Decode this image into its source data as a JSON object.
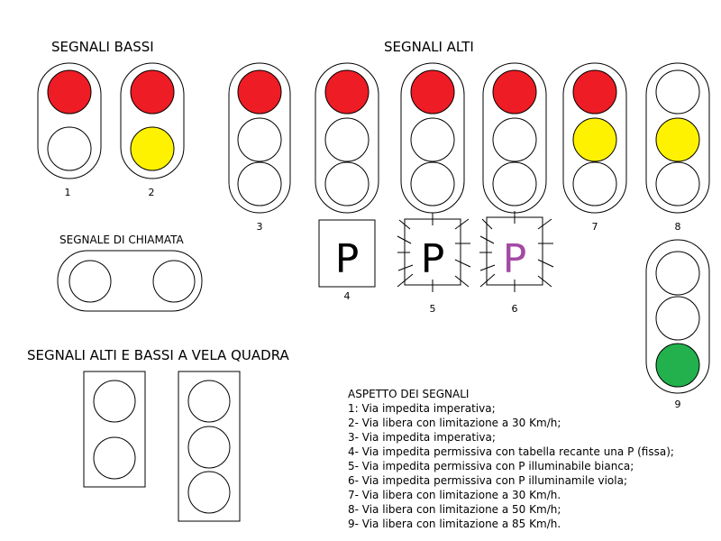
{
  "headings": {
    "bassi": "SEGNALI BASSI",
    "alti": "SEGNALI ALTI",
    "chiamata": "SEGNALE DI CHIAMATA",
    "vela": "SEGNALI ALTI E BASSI A VELA QUADRA"
  },
  "colors": {
    "red": "#ee1c24",
    "yellow": "#fff200",
    "green": "#22b14c",
    "off": "#ffffff",
    "violet": "#a349a4",
    "black": "#000000"
  },
  "signals": [
    {
      "number": "1",
      "lamps": [
        "red",
        "off"
      ]
    },
    {
      "number": "2",
      "lamps": [
        "red",
        "yellow"
      ]
    },
    {
      "number": "3",
      "lamps": [
        "red",
        "off",
        "off"
      ]
    },
    {
      "number": "",
      "lamps": [
        "red",
        "off",
        "off"
      ]
    },
    {
      "number": "",
      "lamps": [
        "red",
        "off",
        "off"
      ]
    },
    {
      "number": "",
      "lamps": [
        "red",
        "off",
        "off"
      ]
    },
    {
      "number": "7",
      "lamps": [
        "red",
        "yellow",
        "off"
      ]
    },
    {
      "number": "8",
      "lamps": [
        "off",
        "yellow",
        "off"
      ]
    },
    {
      "number": "9",
      "lamps": [
        "off",
        "off",
        "green"
      ]
    }
  ],
  "p_panels": [
    {
      "number": "4",
      "letter": "P",
      "color": "black",
      "rays": false
    },
    {
      "number": "5",
      "letter": "P",
      "color": "black",
      "rays": true
    },
    {
      "number": "6",
      "letter": "P",
      "color": "violet",
      "rays": true
    }
  ],
  "legend": {
    "title": "ASPETTO DEI SEGNALI",
    "lines": [
      "1: Via impedita imperativa;",
      "2- Via libera con limitazione a 30 Km/h;",
      "3- Via impedita imperativa;",
      "4- Via impedita permissiva con tabella recante una P (fissa);",
      "5- Via impedita permissiva con P illuminabile bianca;",
      "6- Via impedita permissiva con P illuminamile viola;",
      "7- Via libera con limitazione a 30 Km/h.",
      "8- Via libera con limitazione a 50 Km/h;",
      "9- Via libera con limitazione a 85 Km/h."
    ]
  }
}
